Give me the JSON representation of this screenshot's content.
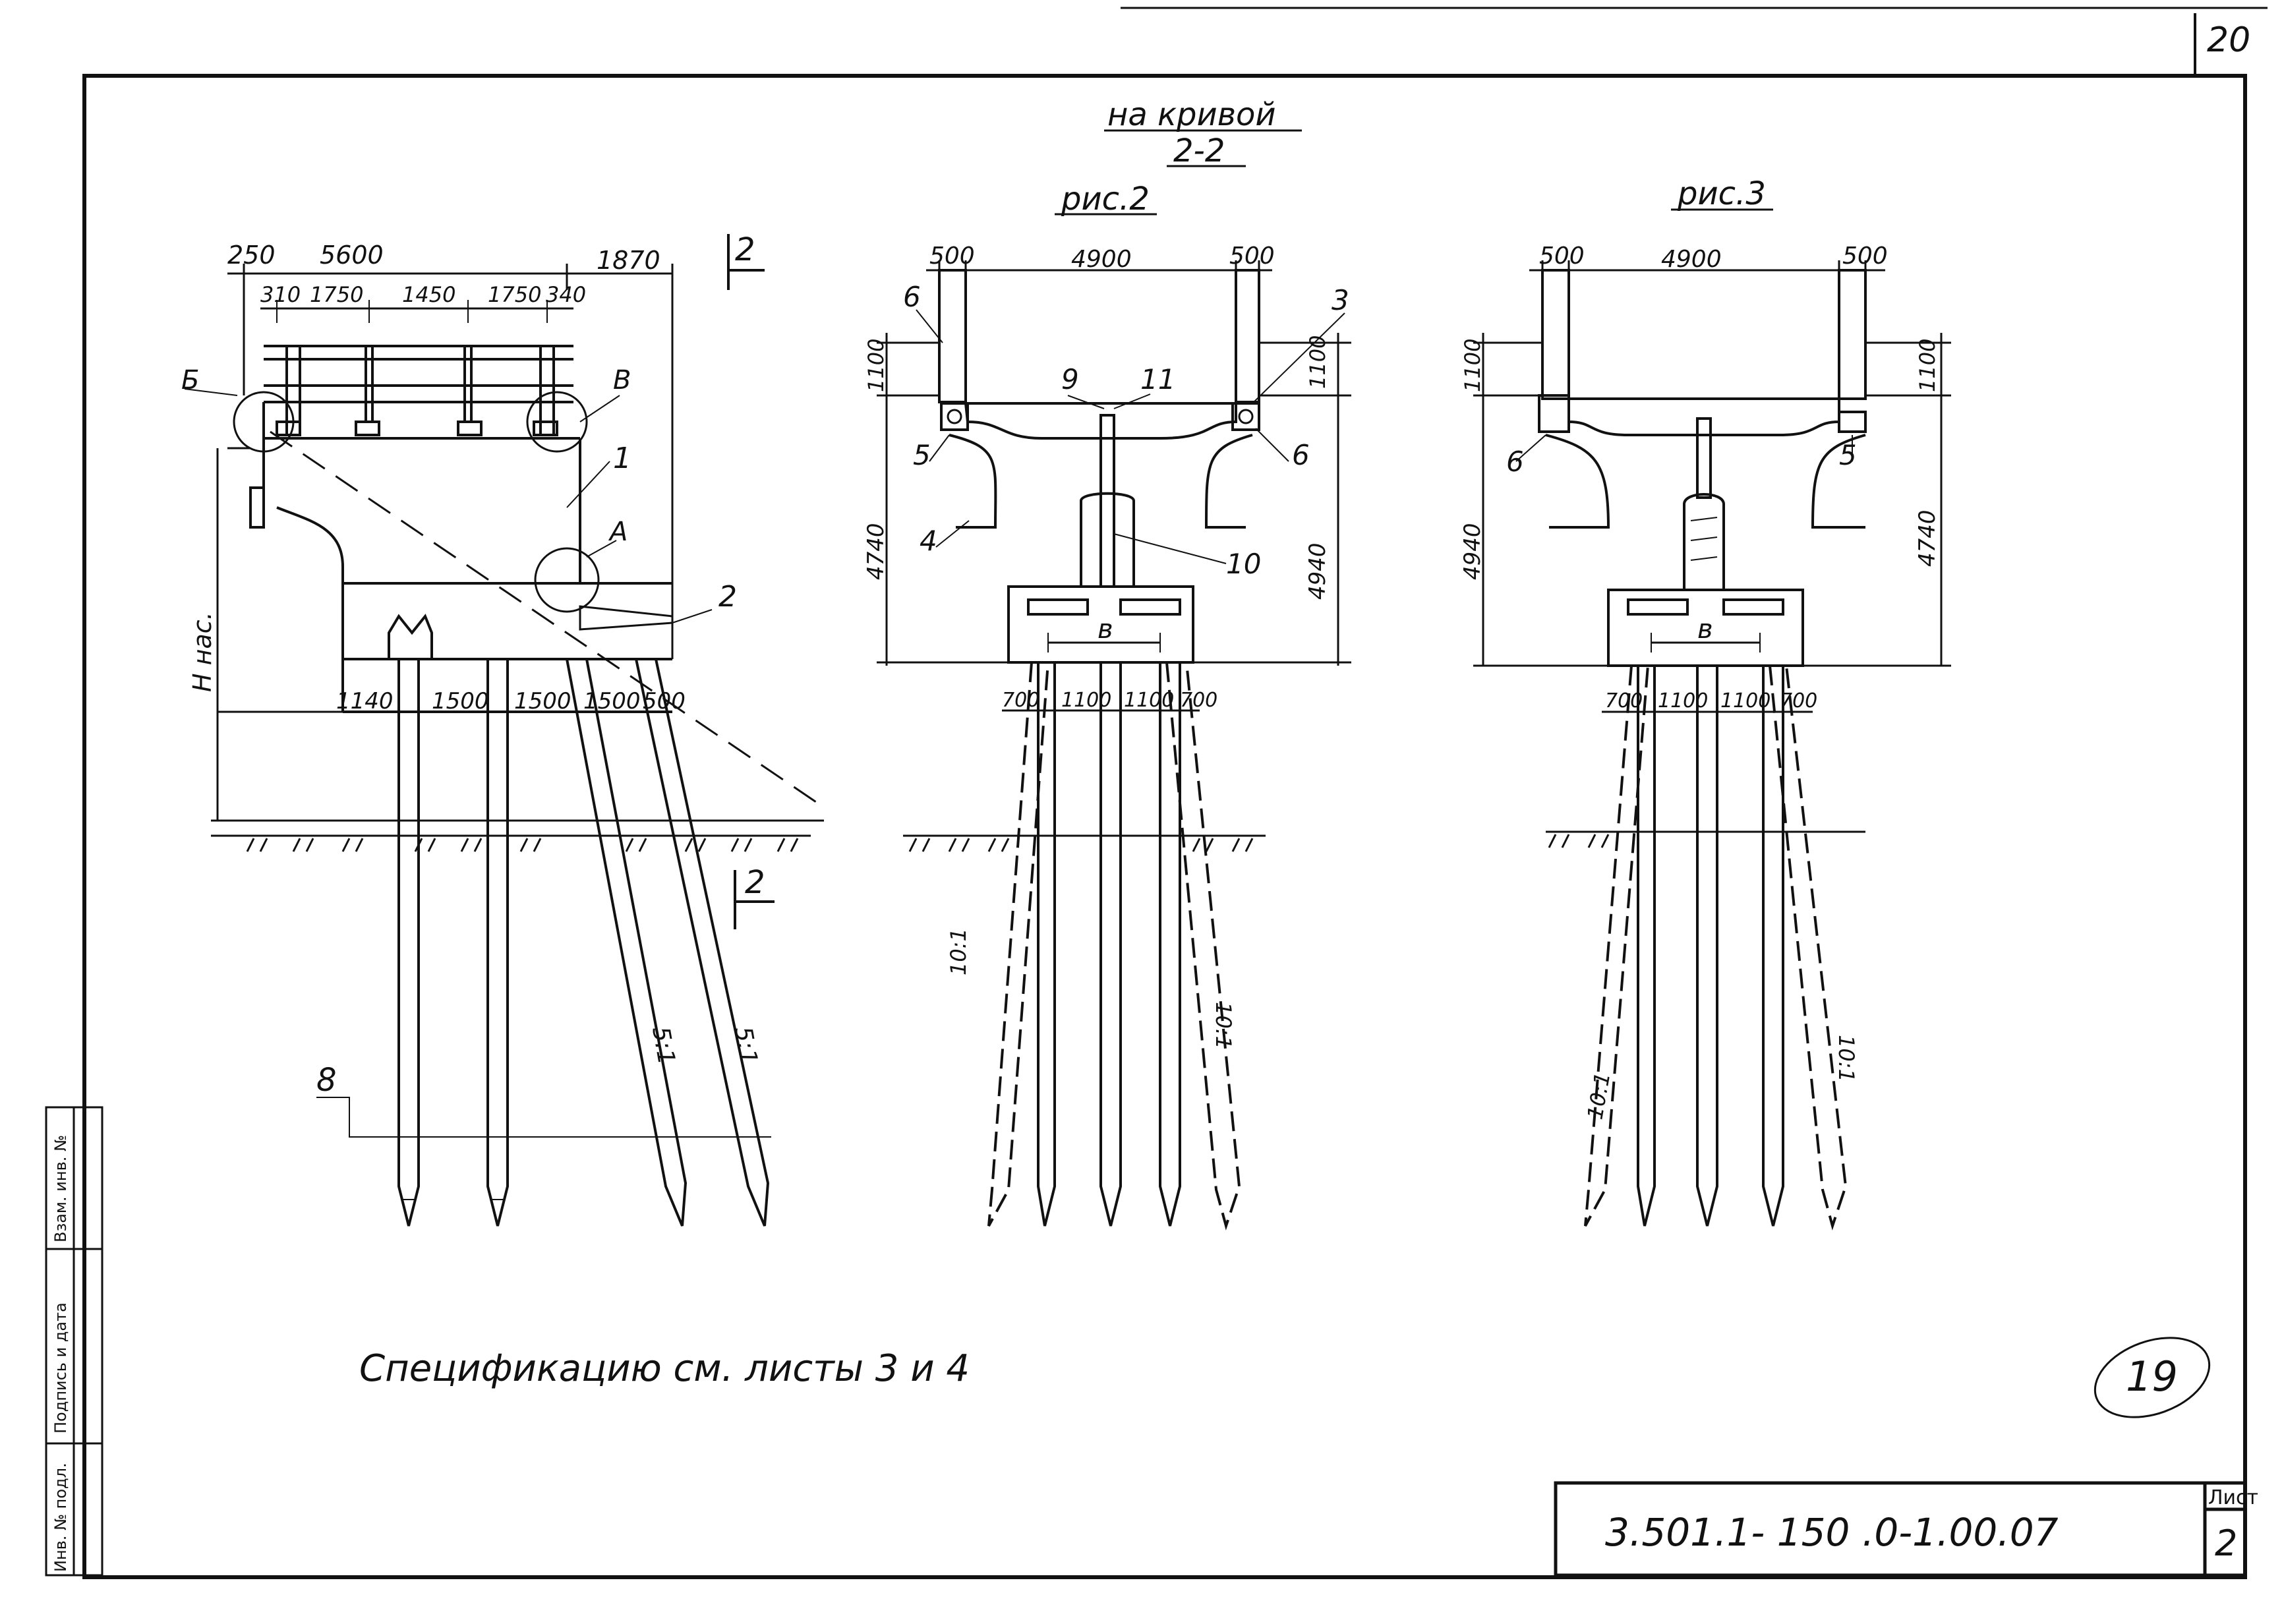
{
  "page_number": "20",
  "header": {
    "on_curve": "на кривой",
    "section": "2-2"
  },
  "figure_labels": {
    "fig2": "рис.2",
    "fig3": "рис.3"
  },
  "section_marks": [
    "2",
    "2"
  ],
  "left_view": {
    "top_dims": [
      "250",
      "5600",
      "1870"
    ],
    "rail_dims": [
      "310",
      "1750",
      "1450",
      "1750",
      "340"
    ],
    "pile_dims": [
      "1140",
      "1500",
      "1500",
      "1500",
      "500"
    ],
    "height_label": "Н нас.",
    "callouts": [
      "Б",
      "В",
      "А",
      "1",
      "2",
      "8"
    ],
    "slopes": [
      "5:1",
      "5:1"
    ]
  },
  "fig2": {
    "top_dims": [
      "500",
      "4900",
      "500"
    ],
    "side_dims": [
      "1100",
      "4740",
      "1100",
      "4940"
    ],
    "pile_dims": [
      "700",
      "1100",
      "1100",
      "700"
    ],
    "inner_dim": "в",
    "callouts": [
      "6",
      "5",
      "4",
      "9",
      "11",
      "3",
      "6",
      "10"
    ],
    "slopes": [
      "10:1",
      "10:1"
    ]
  },
  "fig3": {
    "top_dims": [
      "500",
      "4900",
      "500"
    ],
    "side_dims": [
      "1100",
      "4940",
      "1100",
      "4740"
    ],
    "pile_dims": [
      "700",
      "1100",
      "1100",
      "700"
    ],
    "inner_dim": "в",
    "callouts": [
      "6",
      "5"
    ],
    "slopes": [
      "10:1",
      "10:1"
    ]
  },
  "note": "Спецификацию см. листы 3 и 4",
  "stamp": "19",
  "side_stamp": {
    "col1": "Инв. № подл.",
    "col2": "Подпись и дата",
    "col3": "Взам. инв. №"
  },
  "title_block": {
    "code": "3.501.1- 150 .0-1.00.07",
    "sheet_label": "Лист",
    "sheet_no": "2"
  }
}
